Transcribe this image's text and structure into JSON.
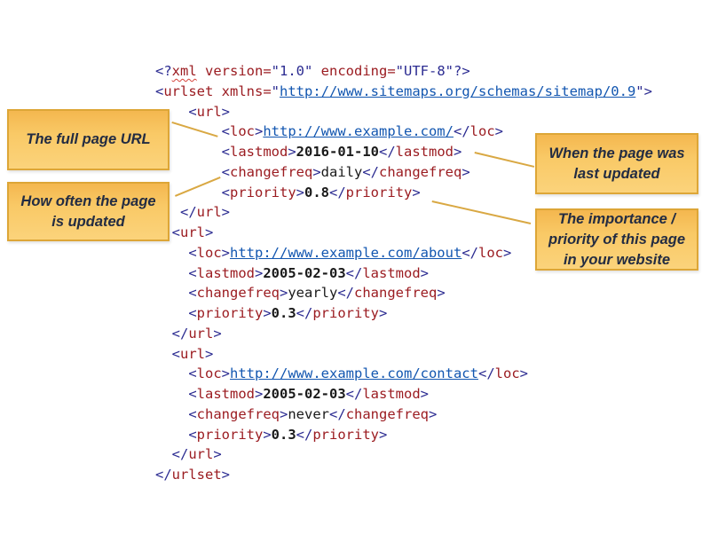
{
  "colors": {
    "background": "#ffffff",
    "tag_delimiter": "#2b2b91",
    "tag_name": "#9b1c21",
    "attribute_value": "#2b2b91",
    "hyperlink": "#1256b0",
    "inner_text": "#1a1a1a",
    "squiggle": "#d6423a",
    "callout_fill_top": "#f4b74f",
    "callout_fill_bottom": "#fbd37b",
    "callout_border": "#dda637",
    "callout_text": "#232c42",
    "connector_line": "#d9a843"
  },
  "callouts": [
    {
      "id": "loc",
      "text": "The full page URL"
    },
    {
      "id": "changefreq",
      "text": "How often the page is updated"
    },
    {
      "id": "lastmod",
      "text": "When the page was last updated"
    },
    {
      "id": "priority",
      "text": "The importance / priority of this page in your website"
    }
  ],
  "code": {
    "lines": [
      [
        {
          "t": "<?",
          "c": "d"
        },
        {
          "t": "xml",
          "c": "s"
        },
        {
          "t": " version=",
          "c": "n"
        },
        {
          "t": "\"1.0\"",
          "c": "v"
        },
        {
          "t": " encoding=",
          "c": "n"
        },
        {
          "t": "\"UTF-8\"",
          "c": "v"
        },
        {
          "t": "?>",
          "c": "d"
        }
      ],
      [
        {
          "t": "<",
          "c": "d"
        },
        {
          "t": "urlset xmlns=",
          "c": "n"
        },
        {
          "t": "\"",
          "c": "v"
        },
        {
          "t": "http://www.sitemaps.org/schemas/sitemap/0.9",
          "c": "l"
        },
        {
          "t": "\"",
          "c": "v"
        },
        {
          "t": ">",
          "c": "d"
        }
      ],
      [
        {
          "t": "    ",
          "c": "w"
        },
        {
          "t": "<",
          "c": "d"
        },
        {
          "t": "url",
          "c": "n"
        },
        {
          "t": ">",
          "c": "d"
        }
      ],
      [
        {
          "t": "        ",
          "c": "w"
        },
        {
          "t": "<",
          "c": "d"
        },
        {
          "t": "loc",
          "c": "n"
        },
        {
          "t": ">",
          "c": "d"
        },
        {
          "t": "http://www.example.com/",
          "c": "l"
        },
        {
          "t": "</",
          "c": "d"
        },
        {
          "t": "loc",
          "c": "n"
        },
        {
          "t": ">",
          "c": "d"
        }
      ],
      [
        {
          "t": "        ",
          "c": "w"
        },
        {
          "t": "<",
          "c": "d"
        },
        {
          "t": "lastmod",
          "c": "n"
        },
        {
          "t": ">",
          "c": "d"
        },
        {
          "t": "2016-01-10",
          "c": "t"
        },
        {
          "t": "</",
          "c": "d"
        },
        {
          "t": "lastmod",
          "c": "n"
        },
        {
          "t": ">",
          "c": "d"
        }
      ],
      [
        {
          "t": "        ",
          "c": "w"
        },
        {
          "t": "<",
          "c": "d"
        },
        {
          "t": "changefreq",
          "c": "n"
        },
        {
          "t": ">",
          "c": "d"
        },
        {
          "t": "daily",
          "c": "w2"
        },
        {
          "t": "</",
          "c": "d"
        },
        {
          "t": "changefreq",
          "c": "n"
        },
        {
          "t": ">",
          "c": "d"
        }
      ],
      [
        {
          "t": "        ",
          "c": "w"
        },
        {
          "t": "<",
          "c": "d"
        },
        {
          "t": "priority",
          "c": "n"
        },
        {
          "t": ">",
          "c": "d"
        },
        {
          "t": "0.8",
          "c": "t"
        },
        {
          "t": "</",
          "c": "d"
        },
        {
          "t": "priority",
          "c": "n"
        },
        {
          "t": ">",
          "c": "d"
        }
      ],
      [
        {
          "t": "   ",
          "c": "w"
        },
        {
          "t": "</",
          "c": "d"
        },
        {
          "t": "url",
          "c": "n"
        },
        {
          "t": ">",
          "c": "d"
        }
      ],
      [
        {
          "t": "  ",
          "c": "w"
        },
        {
          "t": "<",
          "c": "d"
        },
        {
          "t": "url",
          "c": "n"
        },
        {
          "t": ">",
          "c": "d"
        }
      ],
      [
        {
          "t": "    ",
          "c": "w"
        },
        {
          "t": "<",
          "c": "d"
        },
        {
          "t": "loc",
          "c": "n"
        },
        {
          "t": ">",
          "c": "d"
        },
        {
          "t": "http://www.example.com/about",
          "c": "l"
        },
        {
          "t": "</",
          "c": "d"
        },
        {
          "t": "loc",
          "c": "n"
        },
        {
          "t": ">",
          "c": "d"
        }
      ],
      [
        {
          "t": "    ",
          "c": "w"
        },
        {
          "t": "<",
          "c": "d"
        },
        {
          "t": "lastmod",
          "c": "n"
        },
        {
          "t": ">",
          "c": "d"
        },
        {
          "t": "2005-02-03",
          "c": "t"
        },
        {
          "t": "</",
          "c": "d"
        },
        {
          "t": "lastmod",
          "c": "n"
        },
        {
          "t": ">",
          "c": "d"
        }
      ],
      [
        {
          "t": "    ",
          "c": "w"
        },
        {
          "t": "<",
          "c": "d"
        },
        {
          "t": "changefreq",
          "c": "n"
        },
        {
          "t": ">",
          "c": "d"
        },
        {
          "t": "yearly",
          "c": "w2"
        },
        {
          "t": "</",
          "c": "d"
        },
        {
          "t": "changefreq",
          "c": "n"
        },
        {
          "t": ">",
          "c": "d"
        }
      ],
      [
        {
          "t": "    ",
          "c": "w"
        },
        {
          "t": "<",
          "c": "d"
        },
        {
          "t": "priority",
          "c": "n"
        },
        {
          "t": ">",
          "c": "d"
        },
        {
          "t": "0.3",
          "c": "t"
        },
        {
          "t": "</",
          "c": "d"
        },
        {
          "t": "priority",
          "c": "n"
        },
        {
          "t": ">",
          "c": "d"
        }
      ],
      [
        {
          "t": "  ",
          "c": "w"
        },
        {
          "t": "</",
          "c": "d"
        },
        {
          "t": "url",
          "c": "n"
        },
        {
          "t": ">",
          "c": "d"
        }
      ],
      [
        {
          "t": "  ",
          "c": "w"
        },
        {
          "t": "<",
          "c": "d"
        },
        {
          "t": "url",
          "c": "n"
        },
        {
          "t": ">",
          "c": "d"
        }
      ],
      [
        {
          "t": "    ",
          "c": "w"
        },
        {
          "t": "<",
          "c": "d"
        },
        {
          "t": "loc",
          "c": "n"
        },
        {
          "t": ">",
          "c": "d"
        },
        {
          "t": "http://www.example.com/contact",
          "c": "l"
        },
        {
          "t": "</",
          "c": "d"
        },
        {
          "t": "loc",
          "c": "n"
        },
        {
          "t": ">",
          "c": "d"
        }
      ],
      [
        {
          "t": "    ",
          "c": "w"
        },
        {
          "t": "<",
          "c": "d"
        },
        {
          "t": "lastmod",
          "c": "n"
        },
        {
          "t": ">",
          "c": "d"
        },
        {
          "t": "2005-02-03",
          "c": "t"
        },
        {
          "t": "</",
          "c": "d"
        },
        {
          "t": "lastmod",
          "c": "n"
        },
        {
          "t": ">",
          "c": "d"
        }
      ],
      [
        {
          "t": "    ",
          "c": "w"
        },
        {
          "t": "<",
          "c": "d"
        },
        {
          "t": "changefreq",
          "c": "n"
        },
        {
          "t": ">",
          "c": "d"
        },
        {
          "t": "never",
          "c": "w2"
        },
        {
          "t": "</",
          "c": "d"
        },
        {
          "t": "changefreq",
          "c": "n"
        },
        {
          "t": ">",
          "c": "d"
        }
      ],
      [
        {
          "t": "    ",
          "c": "w"
        },
        {
          "t": "<",
          "c": "d"
        },
        {
          "t": "priority",
          "c": "n"
        },
        {
          "t": ">",
          "c": "d"
        },
        {
          "t": "0.3",
          "c": "t"
        },
        {
          "t": "</",
          "c": "d"
        },
        {
          "t": "priority",
          "c": "n"
        },
        {
          "t": ">",
          "c": "d"
        }
      ],
      [
        {
          "t": "  ",
          "c": "w"
        },
        {
          "t": "</",
          "c": "d"
        },
        {
          "t": "url",
          "c": "n"
        },
        {
          "t": ">",
          "c": "d"
        }
      ],
      [
        {
          "t": "</",
          "c": "d"
        },
        {
          "t": "urlset",
          "c": "n"
        },
        {
          "t": ">",
          "c": "d"
        }
      ]
    ]
  }
}
